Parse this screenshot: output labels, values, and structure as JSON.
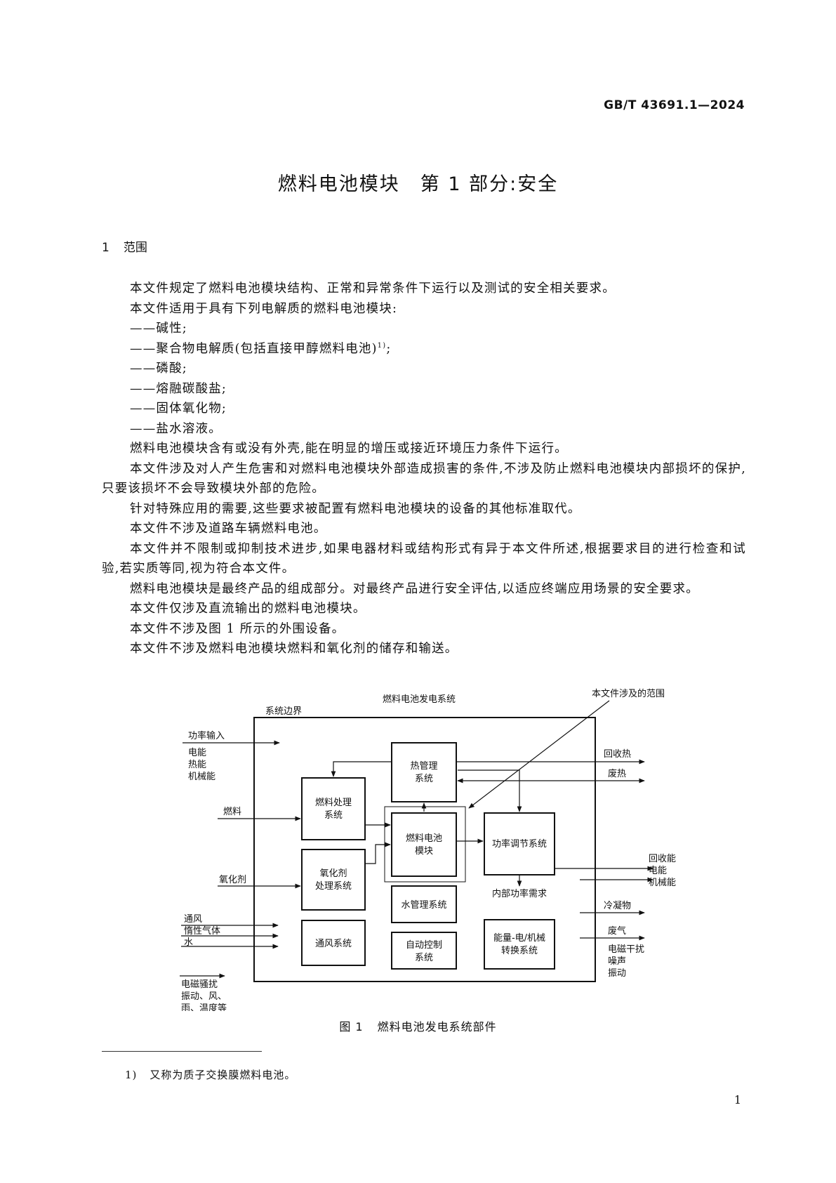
{
  "header": {
    "standard_code": "GB/T 43691.1—2024"
  },
  "title": "燃料电池模块　第 1 部分:安全",
  "section": {
    "number": "1",
    "title": "范围"
  },
  "paragraphs": [
    "本文件规定了燃料电池模块结构、正常和异常条件下运行以及测试的安全相关要求。",
    "本文件适用于具有下列电解质的燃料电池模块:",
    "——碱性;",
    "——聚合物电解质(包括直接甲醇燃料电池)",
    "——磷酸;",
    "——熔融碳酸盐;",
    "——固体氧化物;",
    "——盐水溶液。",
    "燃料电池模块含有或没有外壳,能在明显的增压或接近环境压力条件下运行。",
    "本文件涉及对人产生危害和对燃料电池模块外部造成损害的条件,不涉及防止燃料电池模块内部损坏的保护,只要该损坏不会导致模块外部的危险。",
    "针对特殊应用的需要,这些要求被配置有燃料电池模块的设备的其他标准取代。",
    "本文件不涉及道路车辆燃料电池。",
    "本文件并不限制或抑制技术进步,如果电器材料或结构形式有异于本文件所述,根据要求目的进行检查和试验,若实质等同,视为符合本文件。",
    "燃料电池模块是最终产品的组成部分。对最终产品进行安全评估,以适应终端应用场景的安全要求。",
    "本文件仅涉及直流输出的燃料电池模块。",
    "本文件不涉及图 1 所示的外围设备。",
    "本文件不涉及燃料电池模块燃料和氧化剂的储存和输送。"
  ],
  "item_footnote_ref": "1)",
  "item_suffix": ";",
  "diagram": {
    "top_label": "燃料电池发电系统",
    "scope_label": "本文件涉及的范围",
    "boundary_label": "系统边界",
    "left_inputs": {
      "power_in": "功率输入",
      "power_in_types": [
        "电能",
        "热能",
        "机械能"
      ],
      "fuel": "燃料",
      "oxidant": "氧化剂",
      "vent": [
        "通风",
        "惰性气体",
        "水"
      ],
      "emi": [
        "电磁骚扰",
        "振动、风、",
        "雨、温度等"
      ]
    },
    "blocks": {
      "thermal": [
        "热管理",
        "系统"
      ],
      "fuel_proc": [
        "燃料处理",
        "系统"
      ],
      "fc_module": [
        "燃料电池",
        "模块"
      ],
      "power_cond": "功率调节系统",
      "oxidant_proc": [
        "氧化剂",
        "处理系统"
      ],
      "water": "水管理系统",
      "ventilation": "通风系统",
      "auto_ctrl": [
        "自动控制",
        "系统"
      ],
      "energy_conv": [
        "能量-电/机械",
        "转换系统"
      ]
    },
    "internal_power": "内部功率需求",
    "right_outputs": {
      "recovered_heat": "回收热",
      "waste_heat": "废热",
      "recovered_energy": [
        "回收能",
        "电能",
        "机械能"
      ],
      "condensate": "冷凝物",
      "exhaust": "废气",
      "emissions": [
        "电磁干扰",
        "噪声",
        "振动"
      ]
    }
  },
  "figure_caption": {
    "label": "图 1",
    "text": "燃料电池发电系统部件"
  },
  "footnote": {
    "mark": "1)",
    "text": "又称为质子交换膜燃料电池。"
  },
  "page_number": "1"
}
